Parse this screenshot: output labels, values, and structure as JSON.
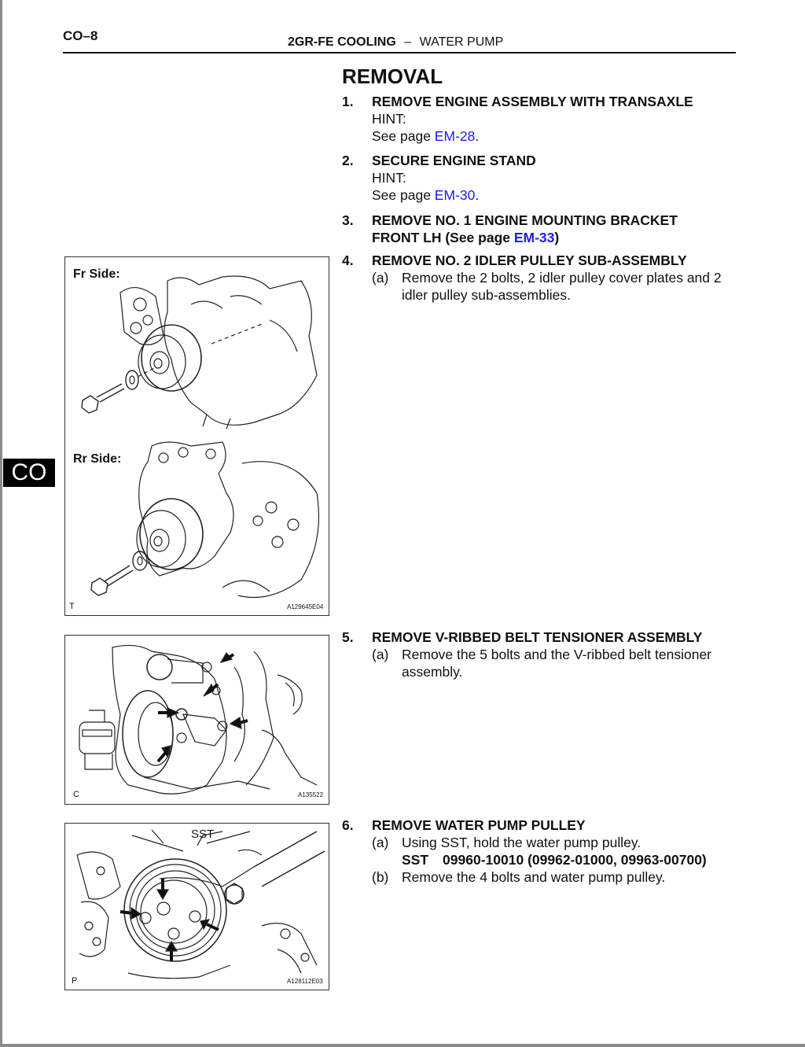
{
  "header": {
    "page_number": "CO–8",
    "section": "2GR-FE COOLING",
    "separator": "–",
    "subsection": "WATER PUMP"
  },
  "side_tab": "CO",
  "title": "REMOVAL",
  "steps": [
    {
      "num": "1.",
      "heading": "REMOVE ENGINE ASSEMBLY WITH TRANSAXLE",
      "hint_label": "HINT:",
      "see_text": "See page ",
      "link": "EM-28",
      "after": "."
    },
    {
      "num": "2.",
      "heading": "SECURE ENGINE STAND",
      "hint_label": "HINT:",
      "see_text": "See page ",
      "link": "EM-30",
      "after": "."
    },
    {
      "num": "3.",
      "heading_line1": "REMOVE NO. 1 ENGINE MOUNTING BRACKET",
      "heading_line2": "FRONT LH (See page ",
      "link": "EM-33",
      "after": ")"
    },
    {
      "num": "4.",
      "heading": "REMOVE NO. 2 IDLER PULLEY SUB-ASSEMBLY",
      "subs": [
        {
          "label": "(a)",
          "text": "Remove the 2 bolts, 2 idler pulley cover plates and 2 idler pulley sub-assemblies."
        }
      ]
    },
    {
      "num": "5.",
      "heading": "REMOVE V-RIBBED BELT TENSIONER ASSEMBLY",
      "subs": [
        {
          "label": "(a)",
          "text": "Remove the 5 bolts and the V-ribbed belt tensioner assembly."
        }
      ]
    },
    {
      "num": "6.",
      "heading": "REMOVE WATER PUMP PULLEY",
      "subs": [
        {
          "label": "(a)",
          "text": "Using SST, hold the water pump pulley."
        },
        {
          "label": "(b)",
          "text": "Remove the 4 bolts and water pump pulley."
        }
      ],
      "sst_label": "SST",
      "sst_code": "09960-10010 (09962-01000, 09963-00700)"
    }
  ],
  "figures": [
    {
      "labels": [
        "Fr Side:",
        "Rr Side:"
      ],
      "corner": "T",
      "code": "A129645E04"
    },
    {
      "corner": "C",
      "code": "A135522"
    },
    {
      "label": "SST",
      "corner": "P",
      "code": "A128112E03"
    }
  ]
}
